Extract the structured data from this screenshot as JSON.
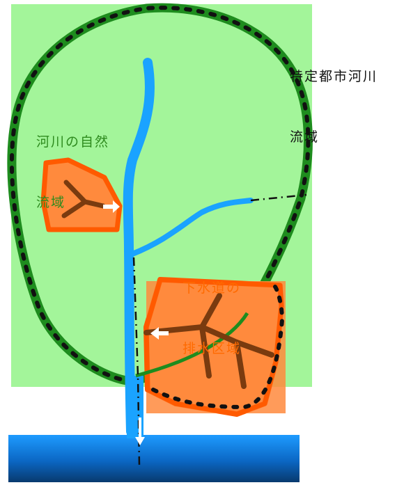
{
  "labels": {
    "specified_river_basin": [
      "特定都市河川",
      "流域"
    ],
    "natural_river_basin": [
      "河川の自然",
      "流域"
    ],
    "sewer_drainage_area": [
      "下水道の",
      "排水区域"
    ]
  },
  "colors": {
    "background_basin": "#a3f59a",
    "basin_outline": "#1e8c1e",
    "river": "#1aa3ff",
    "sewer_area_fill": "#ff8a3d",
    "sewer_area_outline": "#ff5a00",
    "sewer_pipes": "#7a3b0f",
    "sea_top": "#1e9bff",
    "sea_bottom": "#083a6e",
    "flow_arrow": "#ffffff",
    "boundary_dots": "#111111"
  }
}
